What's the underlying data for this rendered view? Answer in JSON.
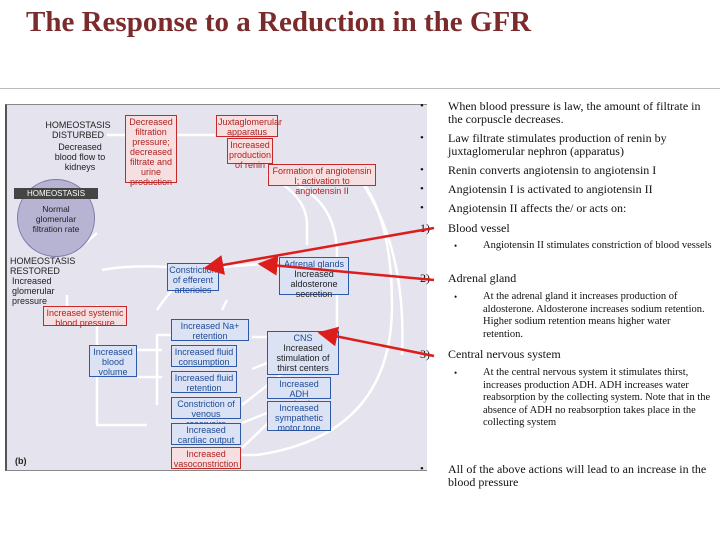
{
  "title": "The Response to a Reduction in the GFR",
  "diagram": {
    "panel_label": "(b)",
    "disturbed_title": "HOMEOSTASIS DISTURBED",
    "disturbed_text": "Decreased blood flow to kidneys",
    "decreased_filtration": "Decreased filtration pressure; decreased filtrate and urine production",
    "jga": "Juxtaglomerular apparatus (JGA)",
    "renin": "Increased production of renin",
    "angiotensin": "Formation of angiotensin I; activation to angiotensin II",
    "homeostasis_title": "HOMEOSTASIS",
    "homeostasis_text": "Normal glomerular filtration rate",
    "restored_title": "HOMEOSTASIS RESTORED",
    "restored_text": "Increased glomerular pressure",
    "constriction": "Constriction of efferent arterioles",
    "adrenal_title": "Adrenal glands",
    "adrenal_text": "Increased aldosterone secretion",
    "systemic": "Increased systemic blood pressure",
    "na_retention": "Increased Na+ retention",
    "cns_title": "CNS",
    "cns_text": "Increased stimulation of thirst centers",
    "blood_volume": "Increased blood volume",
    "fluid_consumption": "Increased fluid consumption",
    "fluid_retention": "Increased fluid retention",
    "adh": "Increased ADH production",
    "venous": "Constriction of venous reservoirs",
    "sympathetic": "Increased sympathetic motor tone",
    "cardiac": "Increased cardiac output",
    "vasoconstriction": "Increased vasoconstriction"
  },
  "text": {
    "b1": "When blood pressure is law, the amount of filtrate in the corpuscle decreases.",
    "b2": "Law filtrate stimulates production of renin by juxtaglomerular nephron (apparatus)",
    "b3": "Renin converts angiotensin to angiotensin I",
    "b4": "Angiotensin I is activated to angiotensin II",
    "b5": "Angiotensin II affects the/ or acts on:",
    "n1": "1)",
    "n1_text": "Blood vessel",
    "n1_sub": "Angiotensin II stimulates constriction of blood vessels",
    "n2": "2)",
    "n2_text": "Adrenal gland",
    "n2_sub": "At the adrenal gland it increases production of aldosterone. Aldosterone increases sodium retention. Higher sodium retention means higher water retention.",
    "n3": "3)",
    "n3_text": "Central nervous system",
    "n3_sub": "At the central nervous system it stimulates thirst, increases production ADH. ADH increases water reabsorption by the collecting system. Note that in the absence of ADH no reabsorption takes place in the collecting system",
    "b6": "All of the above actions will lead to an increase in the blood pressure",
    "bullet": "•"
  },
  "colors": {
    "title": "#7b2b2b",
    "arrow": "#dd1c1c",
    "red_box": "#c42a2a",
    "blue_box": "#2e58a8"
  }
}
